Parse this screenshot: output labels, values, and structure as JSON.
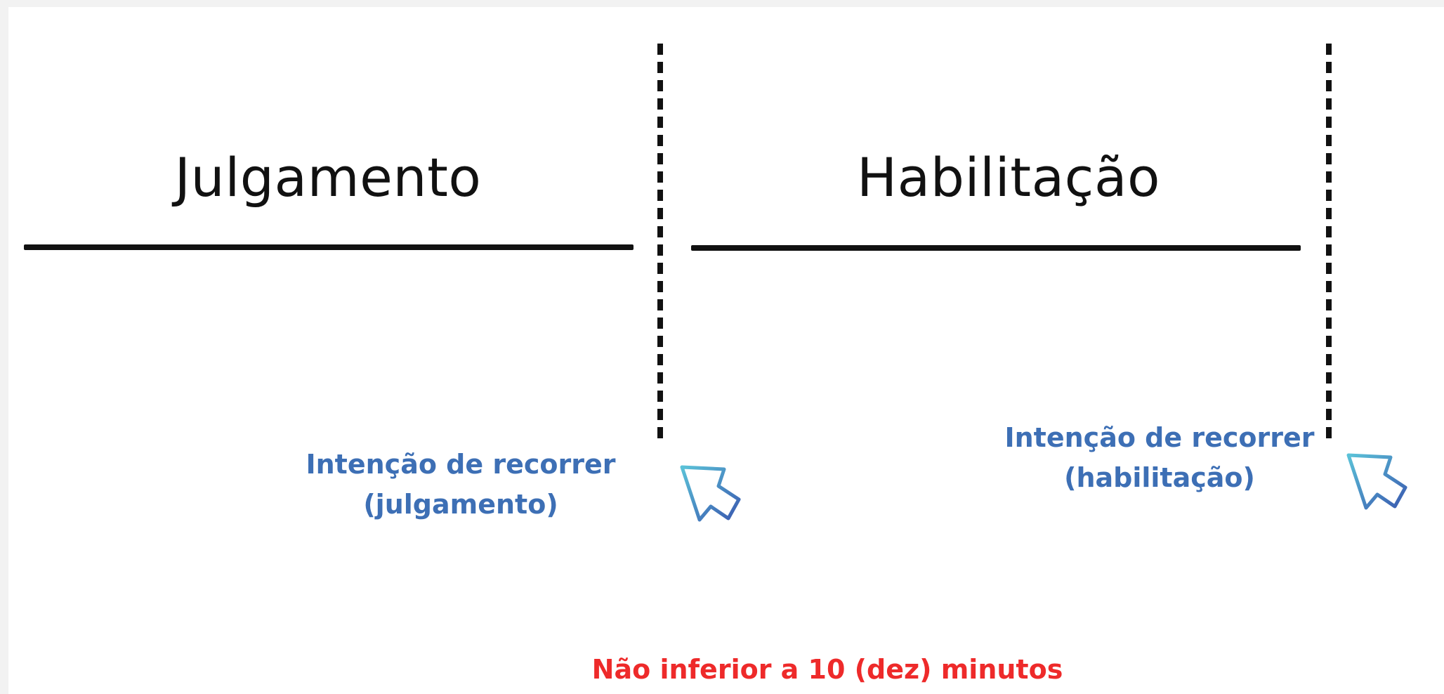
{
  "colors": {
    "heading": "#111111",
    "intent_text": "#3d6fb5",
    "note_text": "#ee2a2a",
    "cursor_gradient_start": "#5bc2d8",
    "cursor_gradient_end": "#3a5ab0"
  },
  "stages": [
    {
      "title": "Julgamento",
      "intent_line1": "Intenção de recorrer",
      "intent_line2": "(julgamento)",
      "icon": "cursor-arrow-icon"
    },
    {
      "title": "Habilitação",
      "intent_line1": "Intenção de recorrer",
      "intent_line2": "(habilitação)",
      "icon": "cursor-arrow-icon"
    }
  ],
  "note": "Não inferior a 10 (dez) minutos"
}
